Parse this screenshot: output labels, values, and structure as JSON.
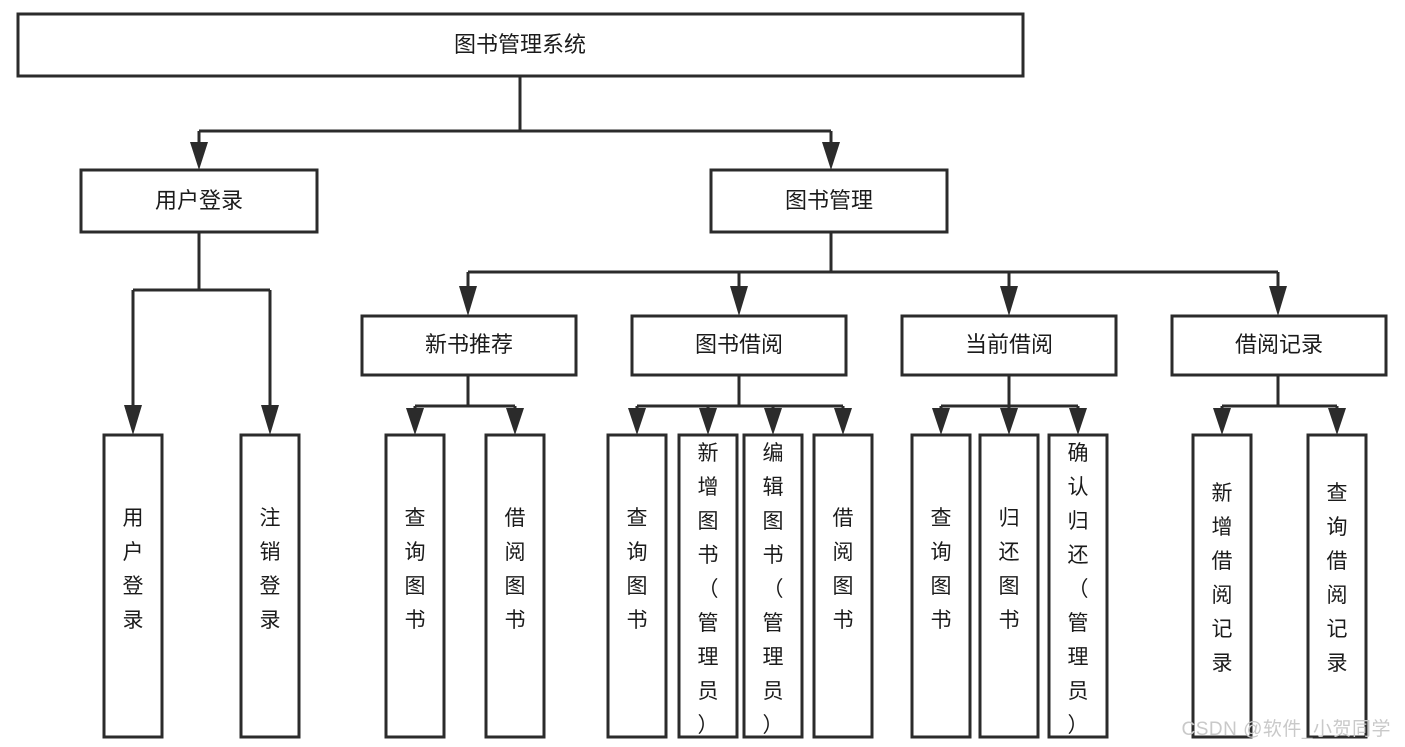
{
  "diagram": {
    "type": "tree",
    "title": "图书管理系统",
    "watermark": "CSDN @软件_小贺同学",
    "colors": {
      "box_stroke": "#2b2b2b",
      "box_fill": "#ffffff",
      "text": "#1b1b1b",
      "background": "#ffffff",
      "watermark": "#c9c9c9"
    },
    "levels": {
      "root": {
        "label": "图书管理系统"
      },
      "level2": [
        {
          "label": "用户登录"
        },
        {
          "label": "图书管理"
        }
      ],
      "level3": [
        {
          "label": "新书推荐"
        },
        {
          "label": "图书借阅"
        },
        {
          "label": "当前借阅"
        },
        {
          "label": "借阅记录"
        }
      ],
      "leaves": {
        "user_login": [
          {
            "label": "用户登录"
          },
          {
            "label": "注销登录"
          }
        ],
        "new_book_recommend": [
          {
            "label": "查询图书"
          },
          {
            "label": "借阅图书"
          }
        ],
        "book_borrow": [
          {
            "label": "查询图书"
          },
          {
            "label": "新增图书（管理员）"
          },
          {
            "label": "编辑图书（管理员）"
          },
          {
            "label": "借阅图书"
          }
        ],
        "current_borrow": [
          {
            "label": "查询图书"
          },
          {
            "label": "归还图书"
          },
          {
            "label": "确认归还（管理员）"
          }
        ],
        "borrow_record": [
          {
            "label": "新增借阅记录"
          },
          {
            "label": "查询借阅记录"
          }
        ]
      }
    }
  }
}
